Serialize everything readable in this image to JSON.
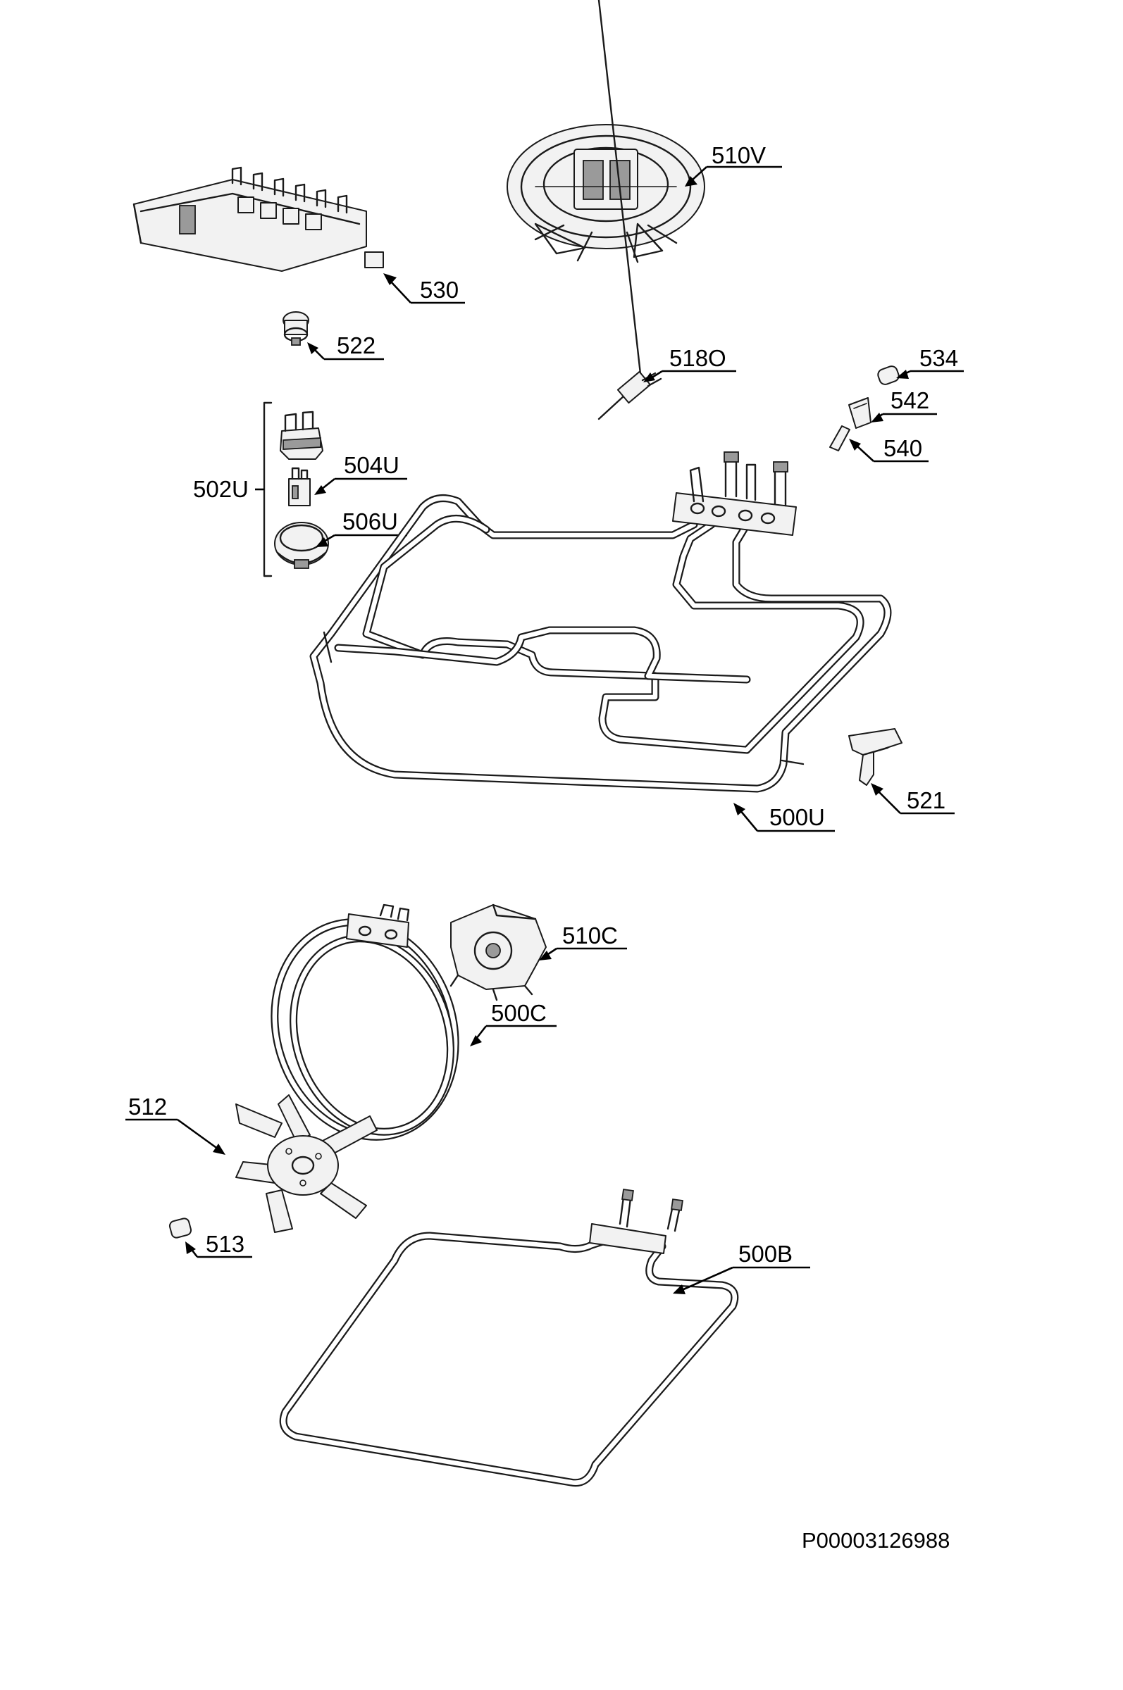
{
  "callouts": {
    "c510V": "510V",
    "c530": "530",
    "c522": "522",
    "c518O": "518O",
    "c534": "534",
    "c542": "542",
    "c540": "540",
    "c502U": "502U",
    "c504U": "504U",
    "c506U": "506U",
    "c521": "521",
    "c500U": "500U",
    "c510C": "510C",
    "c500C": "500C",
    "c512": "512",
    "c513": "513",
    "c500B": "500B"
  },
  "drawing_number": "P00003126988",
  "colors": {
    "line": "#1a1a1a",
    "background": "#ffffff"
  }
}
